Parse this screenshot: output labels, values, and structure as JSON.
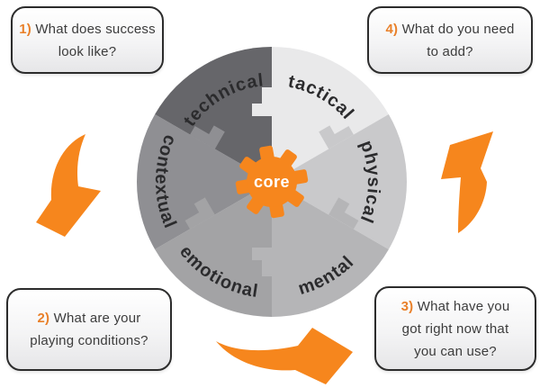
{
  "background": "#ffffff",
  "colors": {
    "orange": "#F6861D",
    "number_orange": "#E98029",
    "box_border": "#2c2c2c",
    "box_text": "#3c3c3c",
    "wheel_label_text": "#2b2b2d",
    "core_text": "#ffffff"
  },
  "boxes": [
    {
      "number": "1)",
      "lines": [
        "What does success",
        "look like?"
      ],
      "position": "top-left"
    },
    {
      "number": "2)",
      "lines": [
        "What are your",
        "playing conditions?"
      ],
      "position": "bottom-left"
    },
    {
      "number": "3)",
      "lines": [
        "What have you",
        "got right now that",
        "you can use?"
      ],
      "position": "bottom-right"
    },
    {
      "number": "4)",
      "lines": [
        "What do you need",
        "to add?"
      ],
      "position": "top-right"
    }
  ],
  "wheel": {
    "core_label": "core",
    "segments": [
      {
        "label": "tactical",
        "color": "#e9e9ea",
        "start": 0,
        "end": 60,
        "flip": false
      },
      {
        "label": "physical",
        "color": "#c9c9cb",
        "start": 60,
        "end": 120,
        "flip": false
      },
      {
        "label": "mental",
        "color": "#b5b5b7",
        "start": 120,
        "end": 180,
        "flip": true
      },
      {
        "label": "emotional",
        "color": "#a3a3a5",
        "start": 180,
        "end": 240,
        "flip": true
      },
      {
        "label": "contextual",
        "color": "#8f8f93",
        "start": 240,
        "end": 300,
        "flip": true
      },
      {
        "label": "technical",
        "color": "#66666a",
        "start": 300,
        "end": 360,
        "flip": false
      }
    ],
    "notches": [
      {
        "angle": 0,
        "segment": "tactical",
        "dir": -1
      },
      {
        "angle": 60,
        "segment": "physical",
        "dir": -1
      },
      {
        "angle": 120,
        "segment": "mental",
        "dir": -1
      },
      {
        "angle": 180,
        "segment": "mental",
        "dir": 1
      },
      {
        "angle": 240,
        "segment": "emotional",
        "dir": 1
      },
      {
        "angle": 300,
        "segment": "contextual",
        "dir": 1
      }
    ]
  },
  "arrows": [
    {
      "name": "left-arrow"
    },
    {
      "name": "bottom-arrow"
    },
    {
      "name": "right-arrow"
    }
  ]
}
